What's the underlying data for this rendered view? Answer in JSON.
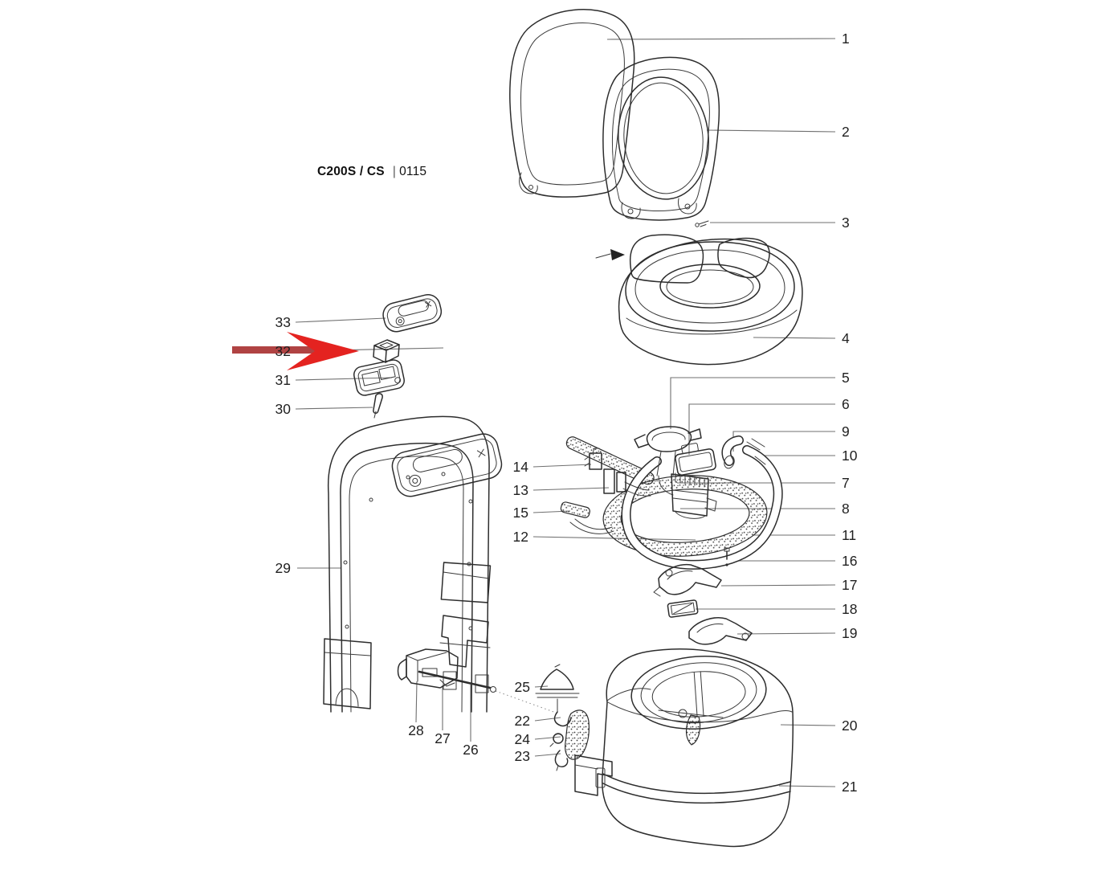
{
  "title": {
    "model": "C200S / CS",
    "separator": "|",
    "code": "0115"
  },
  "figure": {
    "callout_labels": [
      "1",
      "2",
      "3",
      "4",
      "5",
      "6",
      "7",
      "8",
      "9",
      "10",
      "11",
      "12",
      "13",
      "14",
      "15",
      "16",
      "17",
      "18",
      "19",
      "20",
      "21",
      "22",
      "23",
      "24",
      "25",
      "26",
      "27",
      "28",
      "29",
      "30",
      "31",
      "32",
      "33"
    ],
    "highlight_arrow": {
      "points_to_label": "32",
      "shaft_color": "#b04343",
      "head_color": "#e42320"
    }
  },
  "colors": {
    "background": "#ffffff",
    "ink": "#2d2d2d",
    "leader": "#6f6f6f",
    "label_text": "#1f1f1f"
  }
}
